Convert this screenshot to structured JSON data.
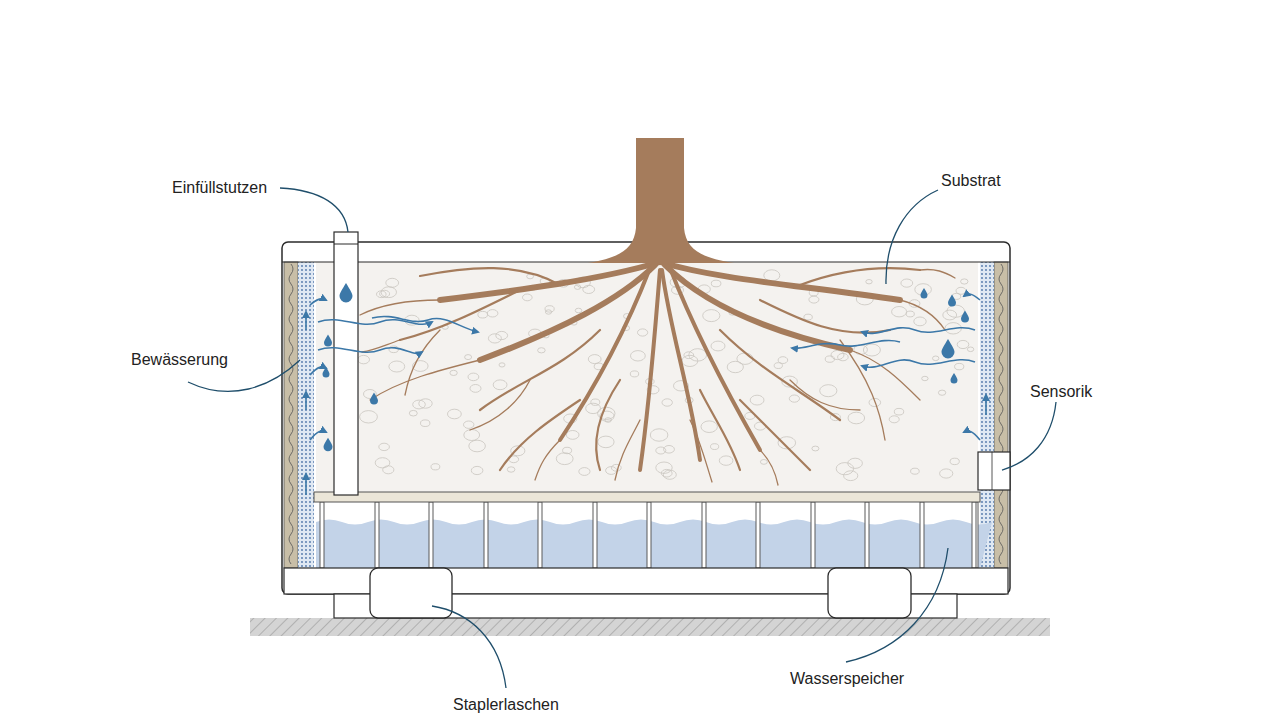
{
  "diagram": {
    "labels": [
      "Einfüllstutzen",
      "Substrat",
      "Bewässerung",
      "Sensorik",
      "Wasserspeicher",
      "Staplerlaschen"
    ]
  }
}
